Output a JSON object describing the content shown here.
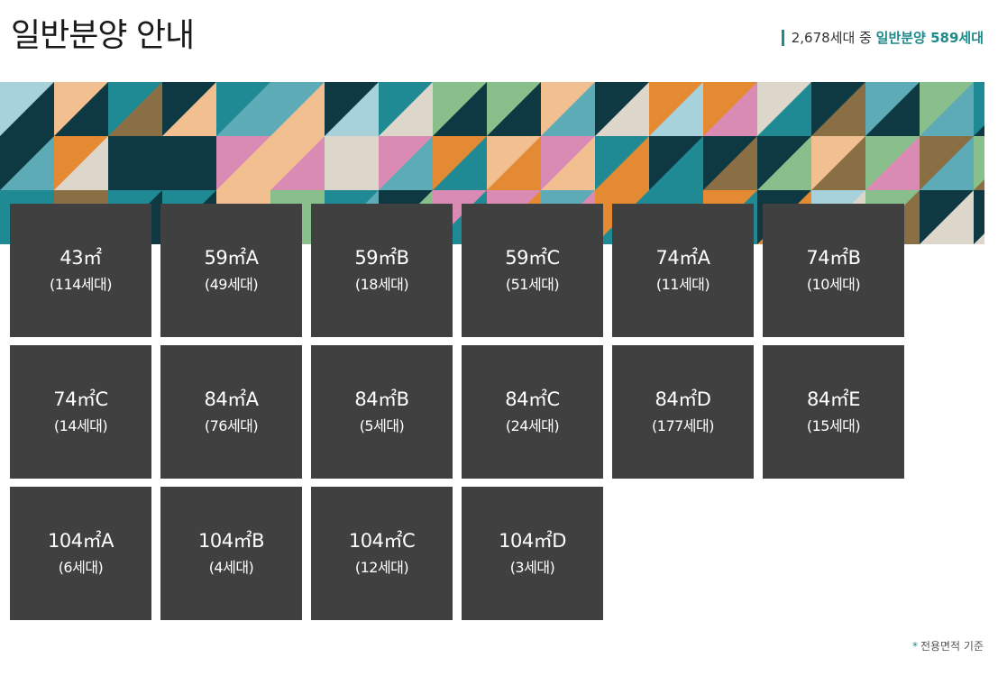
{
  "header": {
    "title": "일반분양 안내",
    "summary_prefix": "2,678세대 중",
    "summary_highlight": "일반분양 589세대"
  },
  "colors": {
    "accent": "#1f8a8a",
    "tile_bg": "#404040",
    "banner_palette": [
      "#1f8a94",
      "#88bf8a",
      "#f2c090",
      "#e48a32",
      "#0e3942",
      "#a7d2db",
      "#5cabb7",
      "#d98bb3",
      "#8b6f44",
      "#dcd6cb"
    ]
  },
  "units": [
    {
      "name": "43㎡",
      "count": "(114세대)"
    },
    {
      "name": "59㎡A",
      "count": "(49세대)"
    },
    {
      "name": "59㎡B",
      "count": "(18세대)"
    },
    {
      "name": "59㎡C",
      "count": "(51세대)"
    },
    {
      "name": "74㎡A",
      "count": "(11세대)"
    },
    {
      "name": "74㎡B",
      "count": "(10세대)"
    },
    {
      "name": "74㎡C",
      "count": "(14세대)"
    },
    {
      "name": "84㎡A",
      "count": "(76세대)"
    },
    {
      "name": "84㎡B",
      "count": "(5세대)"
    },
    {
      "name": "84㎡C",
      "count": "(24세대)"
    },
    {
      "name": "84㎡D",
      "count": "(177세대)"
    },
    {
      "name": "84㎡E",
      "count": "(15세대)"
    },
    {
      "name": "104㎡A",
      "count": "(6세대)"
    },
    {
      "name": "104㎡B",
      "count": "(4세대)"
    },
    {
      "name": "104㎡C",
      "count": "(12세대)"
    },
    {
      "name": "104㎡D",
      "count": "(3세대)"
    }
  ],
  "footnote": {
    "mark": "*",
    "text": "전용면적 기준"
  }
}
